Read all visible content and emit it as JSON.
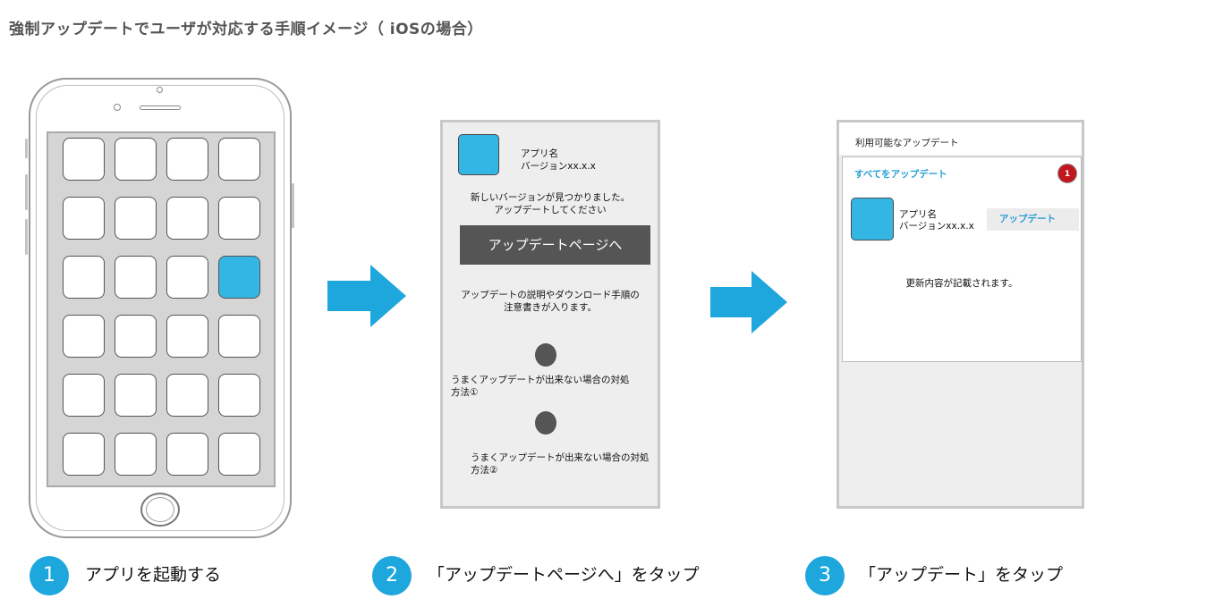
{
  "title": "強制アップデートでユーザが対応する手順イメージ（ iOSの場合）",
  "colors": {
    "accent": "#1ea7dc",
    "app_icon": "#34b6e4",
    "badge": "#c0181e",
    "button_dark": "#555555",
    "link": "#2a9fd6"
  },
  "phone": {
    "grid_rows": 6,
    "grid_cols": 4,
    "highlighted_app": "row 3, column 4"
  },
  "panel2": {
    "app_name": "アプリ名",
    "version": "バージョンxx.x.x",
    "message_line1": "新しいバージョンが見つかりました。",
    "message_line2": "アップデートしてください",
    "button": "アップデートページへ",
    "desc_line1": "アップデートの説明やダウンロード手順の",
    "desc_line2": "注意書きが入ります。",
    "help1_line1": "うまくアップデートが出来ない場合の対処",
    "help1_line2": "方法①",
    "help2_line1": "うまくアップデートが出来ない場合の対処",
    "help2_line2": "方法②"
  },
  "panel3": {
    "header": "利用可能なアップデート",
    "update_all": "すべてをアップデート",
    "badge": "1",
    "app_name": "アプリ名",
    "version": "バージョンxx.x.x",
    "update_button": "アップデート",
    "notes": "更新内容が記載されます。"
  },
  "steps": [
    {
      "number": "1",
      "label": "アプリを起動する"
    },
    {
      "number": "2",
      "label": "「アップデートページへ」をタップ"
    },
    {
      "number": "3",
      "label": "「アップデート」をタップ"
    }
  ]
}
